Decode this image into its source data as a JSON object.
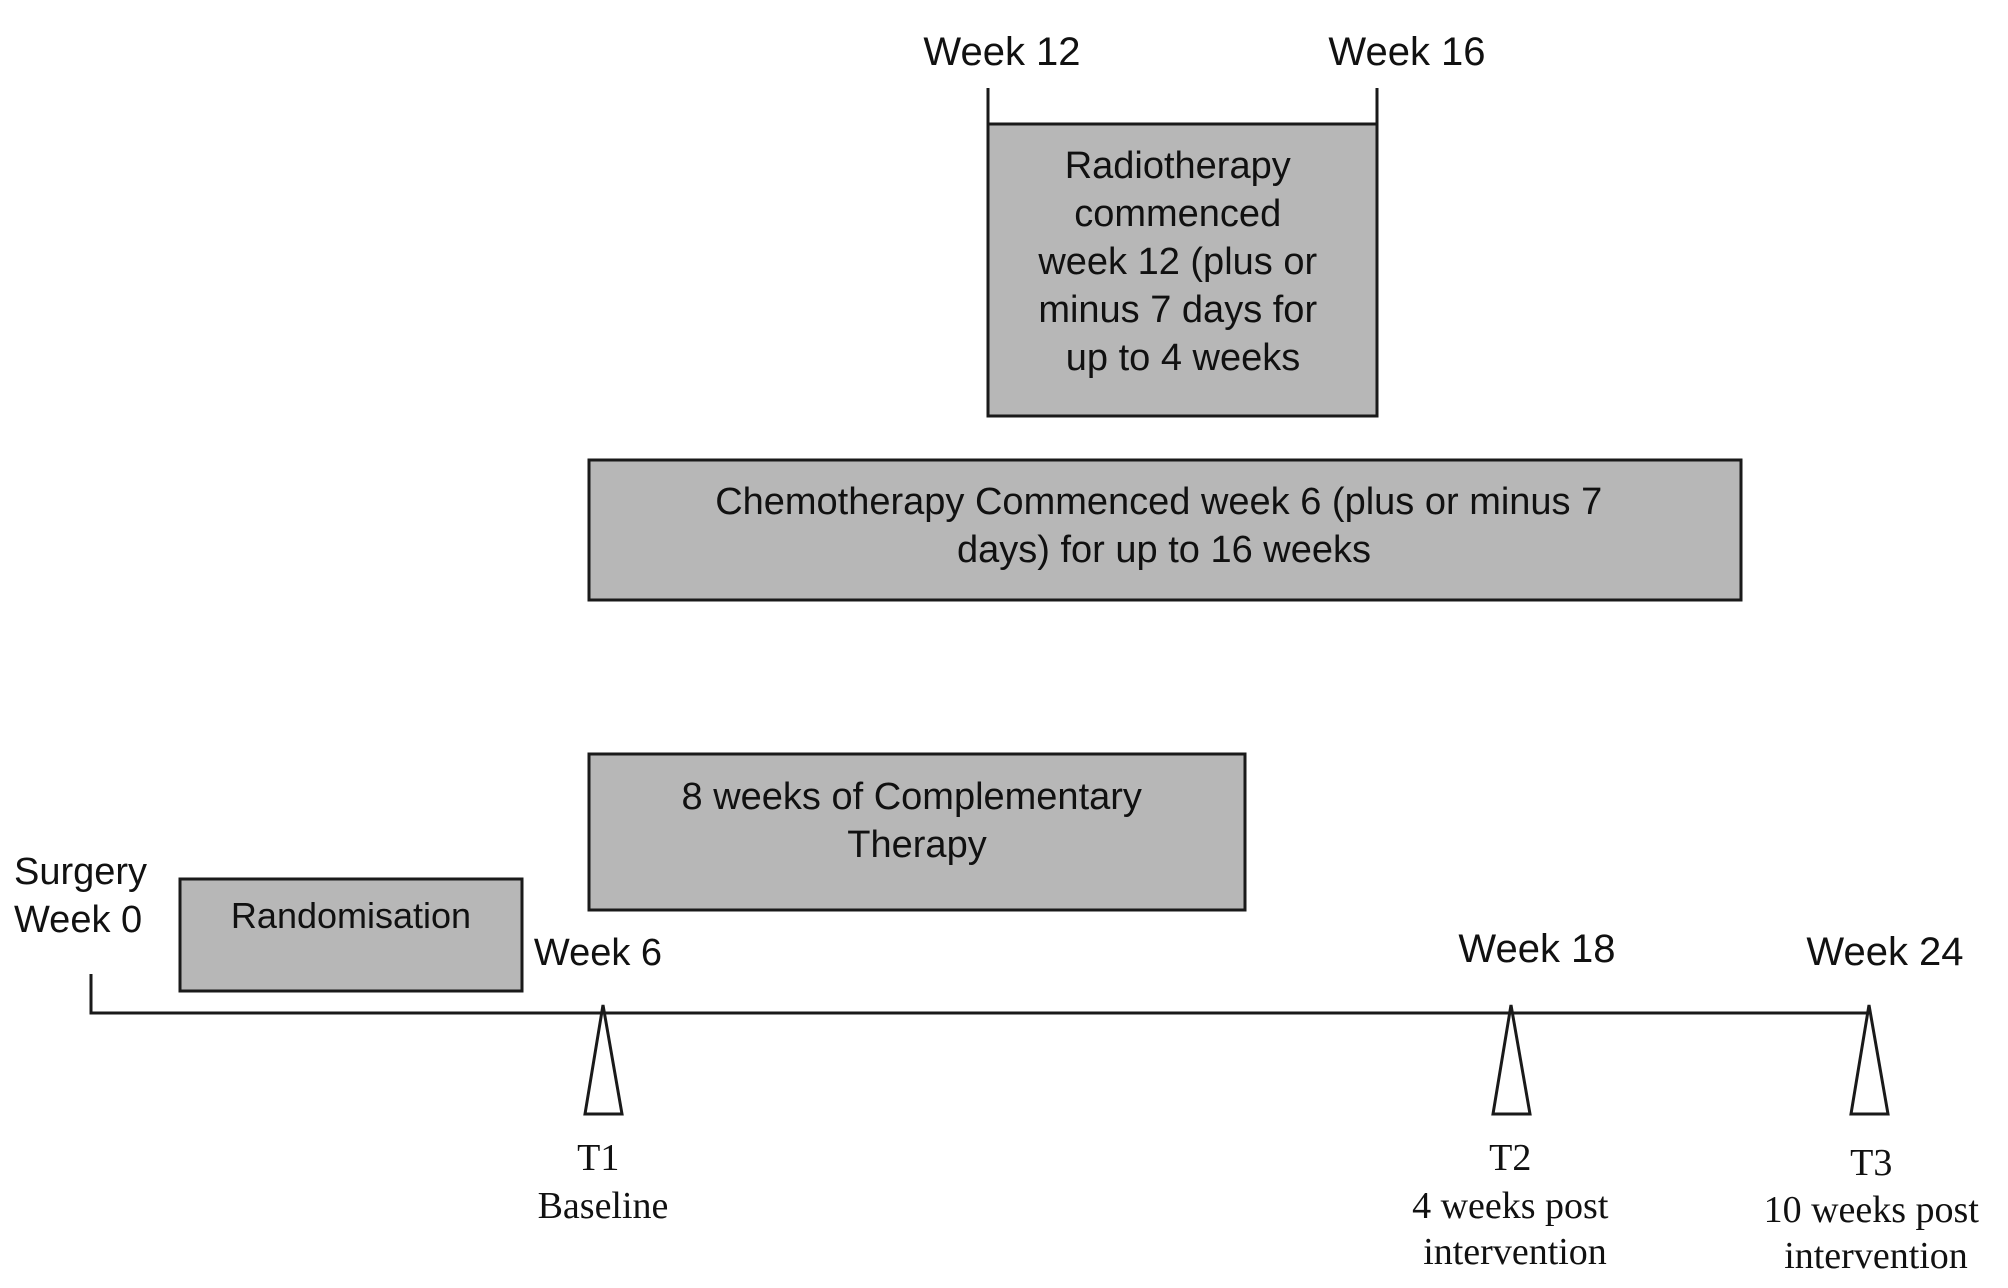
{
  "timeline": {
    "surgery_label": [
      "Surgery",
      "Week 0"
    ],
    "week_labels": {
      "week6": "Week 6",
      "week12": "Week 12",
      "week16": "Week 16",
      "week18": "Week 18",
      "week24": "Week 24"
    }
  },
  "boxes": {
    "radiotherapy": [
      "Radiotherapy",
      "commenced",
      "week 12 (plus or",
      "minus 7 days for",
      "up to 4 weeks"
    ],
    "chemotherapy": [
      "Chemotherapy Commenced week 6 (plus or minus 7",
      "days) for up to 16 weeks"
    ],
    "complementary": [
      "8 weeks of Complementary",
      "Therapy"
    ],
    "randomisation": [
      "Randomisation"
    ]
  },
  "timepoints": {
    "t1": [
      "T1",
      "Baseline"
    ],
    "t2": [
      "T2",
      "4 weeks post",
      "intervention"
    ],
    "t3": [
      "T3",
      "10 weeks post",
      "intervention"
    ]
  },
  "colors": {
    "box_fill": "#b7b7b7",
    "stroke": "#1a1a1a",
    "text": "#111111",
    "marker_fill": "#ffffff"
  }
}
